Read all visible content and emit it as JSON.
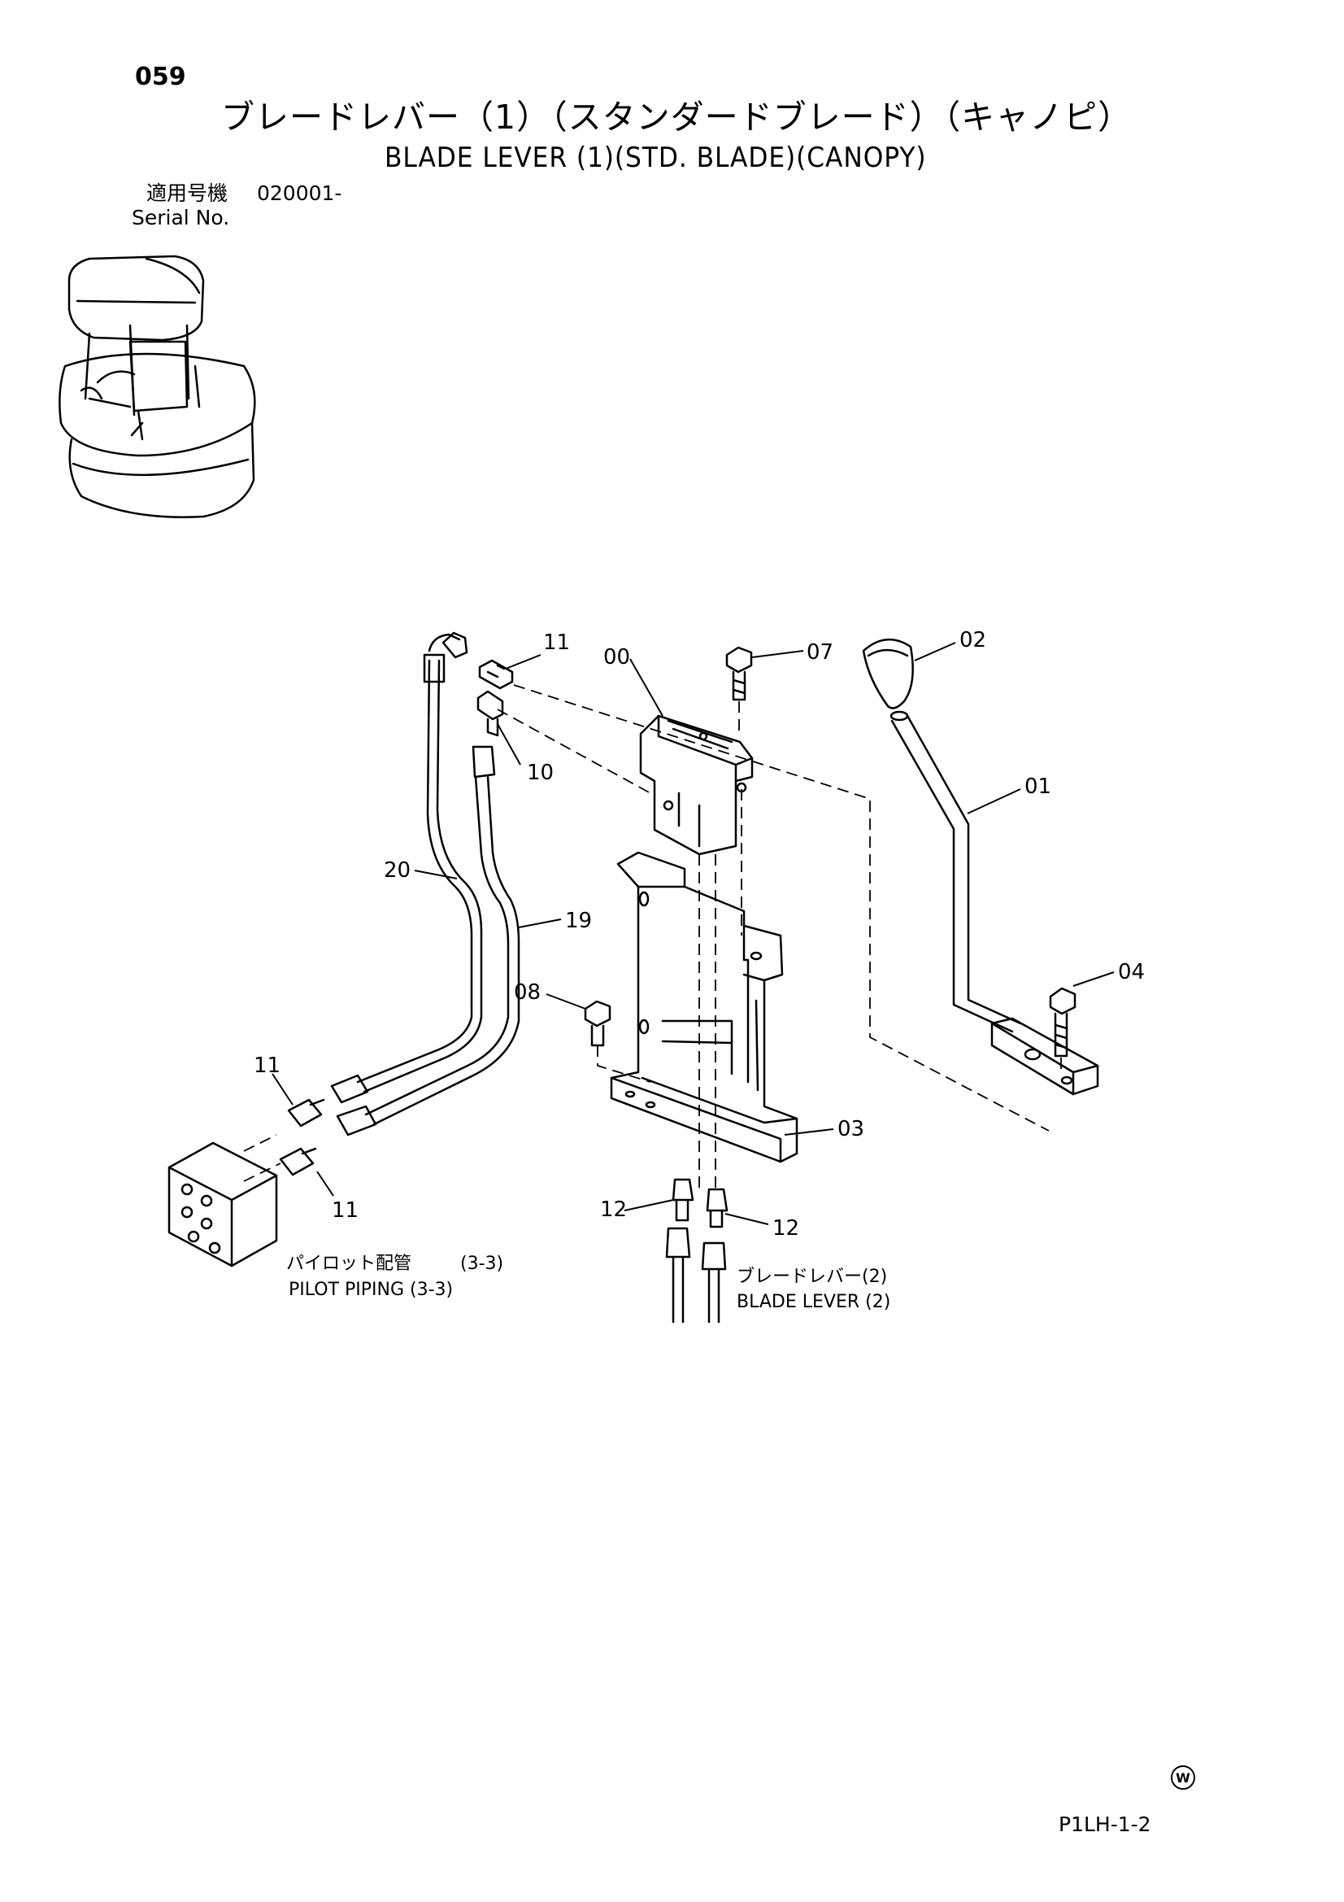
{
  "header": {
    "page_number": "059",
    "title_jp": "ブレードレバー（1）（スタンダードブレード）（キャノピ）",
    "title_en": "BLADE LEVER (1)(STD. BLADE)(CANOPY)",
    "serial_label_jp": "適用号機",
    "serial_value": "020001-",
    "serial_label_en": "Serial No."
  },
  "callouts": {
    "p00": "00",
    "p01": "01",
    "p02": "02",
    "p03": "03",
    "p04": "04",
    "p07": "07",
    "p08": "08",
    "p10": "10",
    "p11a": "11",
    "p11b": "11",
    "p11c": "11",
    "p12a": "12",
    "p12b": "12",
    "p19": "19",
    "p20": "20"
  },
  "references": {
    "pilot_piping_jp": "パイロット配管",
    "pilot_piping_ref": "(3-3)",
    "pilot_piping_en": "PILOT PIPING (3-3)",
    "blade_lever_jp": "ブレードレバー(2)",
    "blade_lever_en": "BLADE LEVER (2)"
  },
  "footer": {
    "brand_letter": "W",
    "doc_code": "P1LH-1-2"
  }
}
